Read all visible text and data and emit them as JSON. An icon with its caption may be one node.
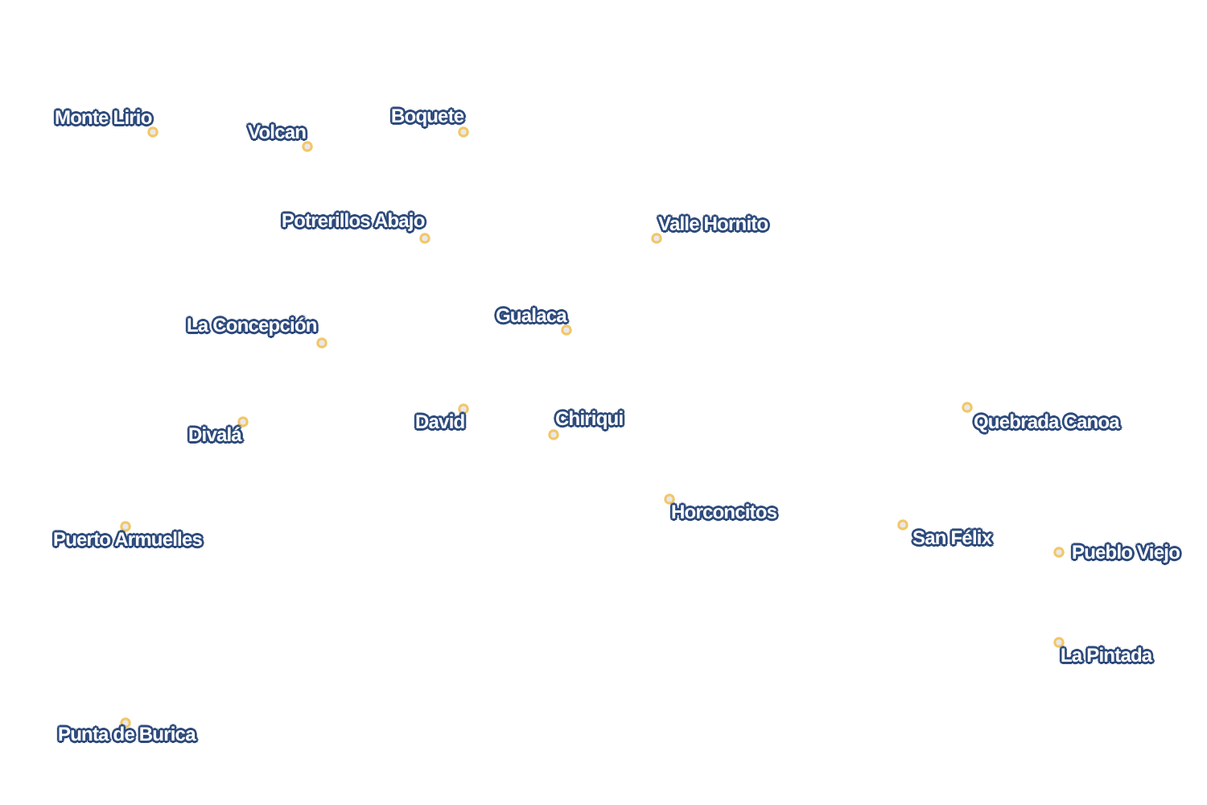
{
  "diagram": {
    "labels": [
      "Monte Lirio",
      "Volcan",
      "Boquete",
      "Potrerillos Abajo",
      "Valle Hornito",
      "La Concepción",
      "Gualaca",
      "Divalá",
      "David",
      "Chiriqui",
      "Quebrada Canoa",
      "Horconcitos",
      "Puerto Armuelles",
      "San Félix",
      "Pueblo Viejo",
      "La Pintada",
      "Punta de Burica"
    ]
  }
}
